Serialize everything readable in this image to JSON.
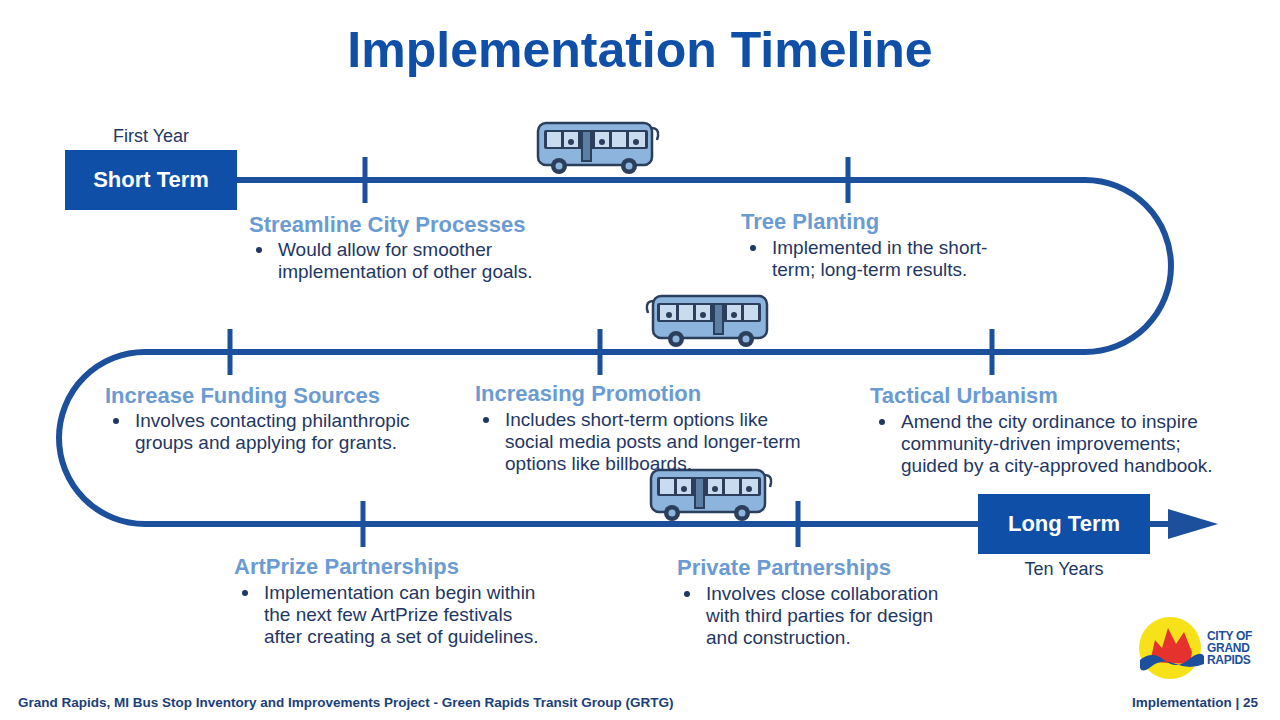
{
  "diagram": {
    "title": "Implementation Timeline",
    "nodes": [
      {
        "text": [
          "First Year",
          "Short Term"
        ]
      },
      {
        "text": [
          "Long Term",
          "Ten Years"
        ]
      }
    ],
    "edges": [
      {
        "from": 0,
        "to": 1,
        "arrow": "to"
      }
    ],
    "labels": [
      "Streamline City Processes",
      "Would allow for smoother implementation of other goals.",
      "Tree Planting",
      "Implemented in the short- term; long-term results.",
      "Increase Funding Sources",
      "Involves contacting philanthropic groups and applying for grants.",
      "Increasing Promotion",
      "Includes short-term options like social media posts and longer-term options like billboards.",
      "Tactical Urbanism",
      "Amend the city ordinance to inspire community-driven improvements; guided by a city-approved handbook.",
      "ArtPrize Partnerships",
      "Implementation can begin within the next few ArtPrize festivals after creating a set of guidelines.",
      "Private Partnerships",
      "Involves close collaboration with third parties for design and construction.",
      "CITY OF GRAND RAPIDS",
      "Grand Rapids, MI Bus Stop Inventory and Improvements Project - Green Rapids Transit Group (GRTG)",
      "Implementation | 25"
    ]
  }
}
